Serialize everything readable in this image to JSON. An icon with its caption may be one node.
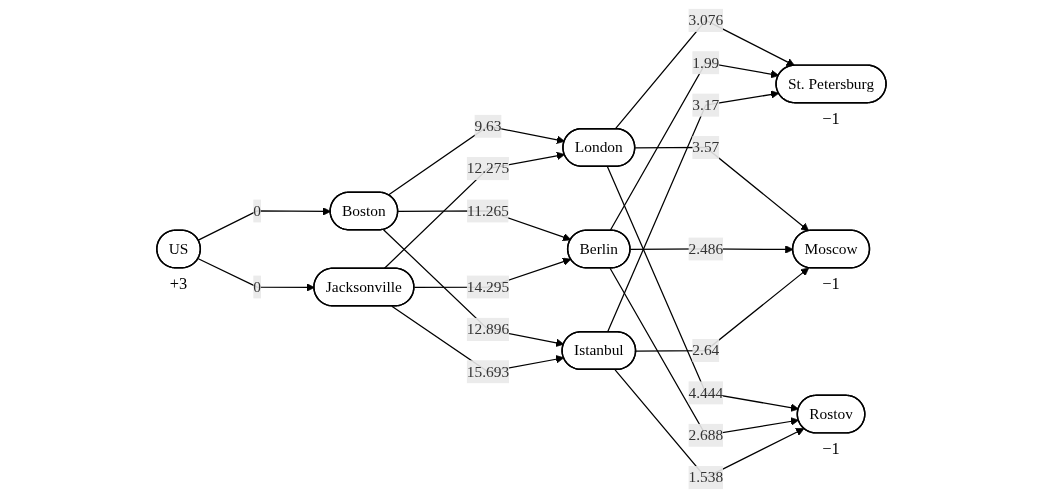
{
  "diagram": {
    "nodes": [
      {
        "text": [
          "US"
        ],
        "beside": [
          "+3"
        ]
      },
      {
        "text": [
          "Boston"
        ]
      },
      {
        "text": [
          "Jacksonville"
        ]
      },
      {
        "text": [
          "London"
        ]
      },
      {
        "text": [
          "Berlin"
        ]
      },
      {
        "text": [
          "Istanbul"
        ]
      },
      {
        "text": [
          "St. Petersburg"
        ],
        "beside": [
          "−1"
        ]
      },
      {
        "text": [
          "Moscow"
        ],
        "beside": [
          "−1"
        ]
      },
      {
        "text": [
          "Rostov"
        ],
        "beside": [
          "−1"
        ]
      }
    ],
    "edges": [
      {
        "from": 0,
        "to": 1,
        "arrow": "to",
        "label": "0"
      },
      {
        "from": 0,
        "to": 2,
        "arrow": "to",
        "label": "0"
      },
      {
        "from": 1,
        "to": 3,
        "arrow": "to",
        "label": "9.63"
      },
      {
        "from": 1,
        "to": 4,
        "arrow": "to",
        "label": "11.265"
      },
      {
        "from": 1,
        "to": 5,
        "arrow": "to",
        "label": "12.896"
      },
      {
        "from": 2,
        "to": 3,
        "arrow": "to",
        "label": "12.275"
      },
      {
        "from": 2,
        "to": 4,
        "arrow": "to",
        "label": "14.295"
      },
      {
        "from": 2,
        "to": 5,
        "arrow": "to",
        "label": "15.693"
      },
      {
        "from": 3,
        "to": 6,
        "arrow": "to",
        "label": "3.076"
      },
      {
        "from": 3,
        "to": 7,
        "arrow": "to",
        "label": "3.57"
      },
      {
        "from": 3,
        "to": 8,
        "arrow": "to",
        "label": "4.444"
      },
      {
        "from": 4,
        "to": 6,
        "arrow": "to",
        "label": "1.99"
      },
      {
        "from": 4,
        "to": 7,
        "arrow": "to",
        "label": "2.486"
      },
      {
        "from": 4,
        "to": 8,
        "arrow": "to",
        "label": "2.688"
      },
      {
        "from": 5,
        "to": 6,
        "arrow": "to",
        "label": "3.17"
      },
      {
        "from": 5,
        "to": 7,
        "arrow": "to",
        "label": "2.64"
      },
      {
        "from": 5,
        "to": 8,
        "arrow": "to",
        "label": "1.538"
      }
    ]
  }
}
